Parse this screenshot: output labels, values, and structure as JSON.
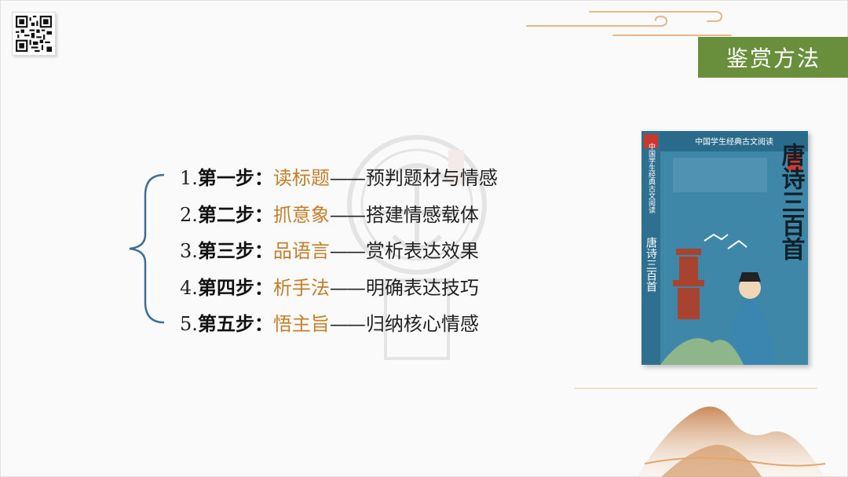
{
  "header": {
    "section_title": "鉴赏方法"
  },
  "steps": [
    {
      "num": "1.",
      "label": "第一步：",
      "key": "读标题",
      "dash": "——",
      "desc": "预判题材与情感"
    },
    {
      "num": "2.",
      "label": "第二步：",
      "key": "抓意象",
      "dash": "——",
      "desc": "搭建情感载体"
    },
    {
      "num": "3.",
      "label": "第三步：",
      "key": "品语言",
      "dash": "——",
      "desc": "赏析表达效果"
    },
    {
      "num": "4.",
      "label": "第四步：",
      "key": "析手法",
      "dash": "——",
      "desc": "明确表达技巧"
    },
    {
      "num": "5.",
      "label": "第五步：",
      "key": "悟主旨",
      "dash": "——",
      "desc": "归纳核心情感"
    }
  ],
  "book": {
    "series": "中国学生经典古文阅读",
    "spine": "唐诗三百首",
    "title": "唐诗三百首"
  },
  "colors": {
    "accent_green": "#6a8f3c",
    "key_orange": "#c47f2c",
    "brace_blue": "#3d6f96",
    "book_blue": "#2f6f8f"
  },
  "icons": {
    "qr": "qr-code-icon",
    "brace": "curly-brace-icon",
    "watermark": "seal-watermark-icon"
  }
}
